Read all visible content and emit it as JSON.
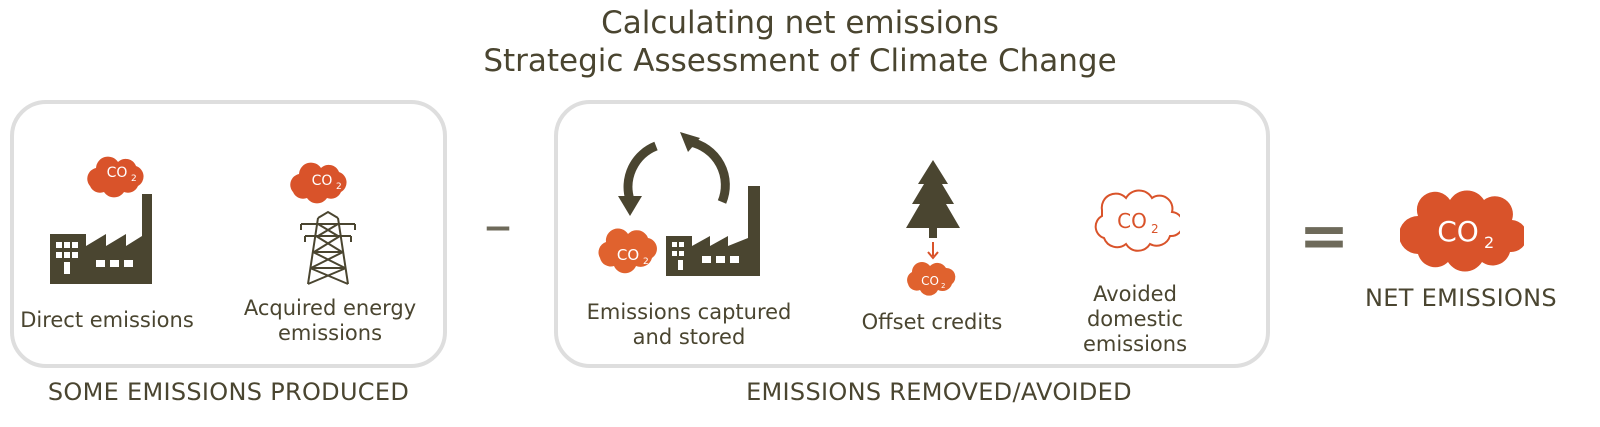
{
  "title": {
    "line1": "Calculating net emissions",
    "line2": "Strategic Assessment of Climate Change"
  },
  "produced": {
    "items": [
      {
        "label": "Direct emissions",
        "icon": "factory-icon"
      },
      {
        "label": "Acquired energy emissions",
        "icon": "transmission-tower-icon"
      }
    ],
    "caption": "SOME EMISSIONS PRODUCED"
  },
  "operator_minus": "–",
  "removed": {
    "items": [
      {
        "label": "Emissions captured and stored",
        "icon": "capture-cycle-icon"
      },
      {
        "label": "Offset credits",
        "icon": "tree-icon"
      },
      {
        "label": "Avoided domestic emissions",
        "icon": "co2-outline-cloud-icon"
      }
    ],
    "caption": "EMISSIONS REMOVED/AVOIDED"
  },
  "operator_equals": "=",
  "result": {
    "label": "NET EMISSIONS",
    "icon": "co2-cloud-icon"
  },
  "co2_text": "CO",
  "co2_sub": "2",
  "colors": {
    "accent_orange": "#d9532a",
    "dark_olive": "#4a4530",
    "box_border": "#dedede",
    "operator_gray": "#6e6a5a"
  }
}
